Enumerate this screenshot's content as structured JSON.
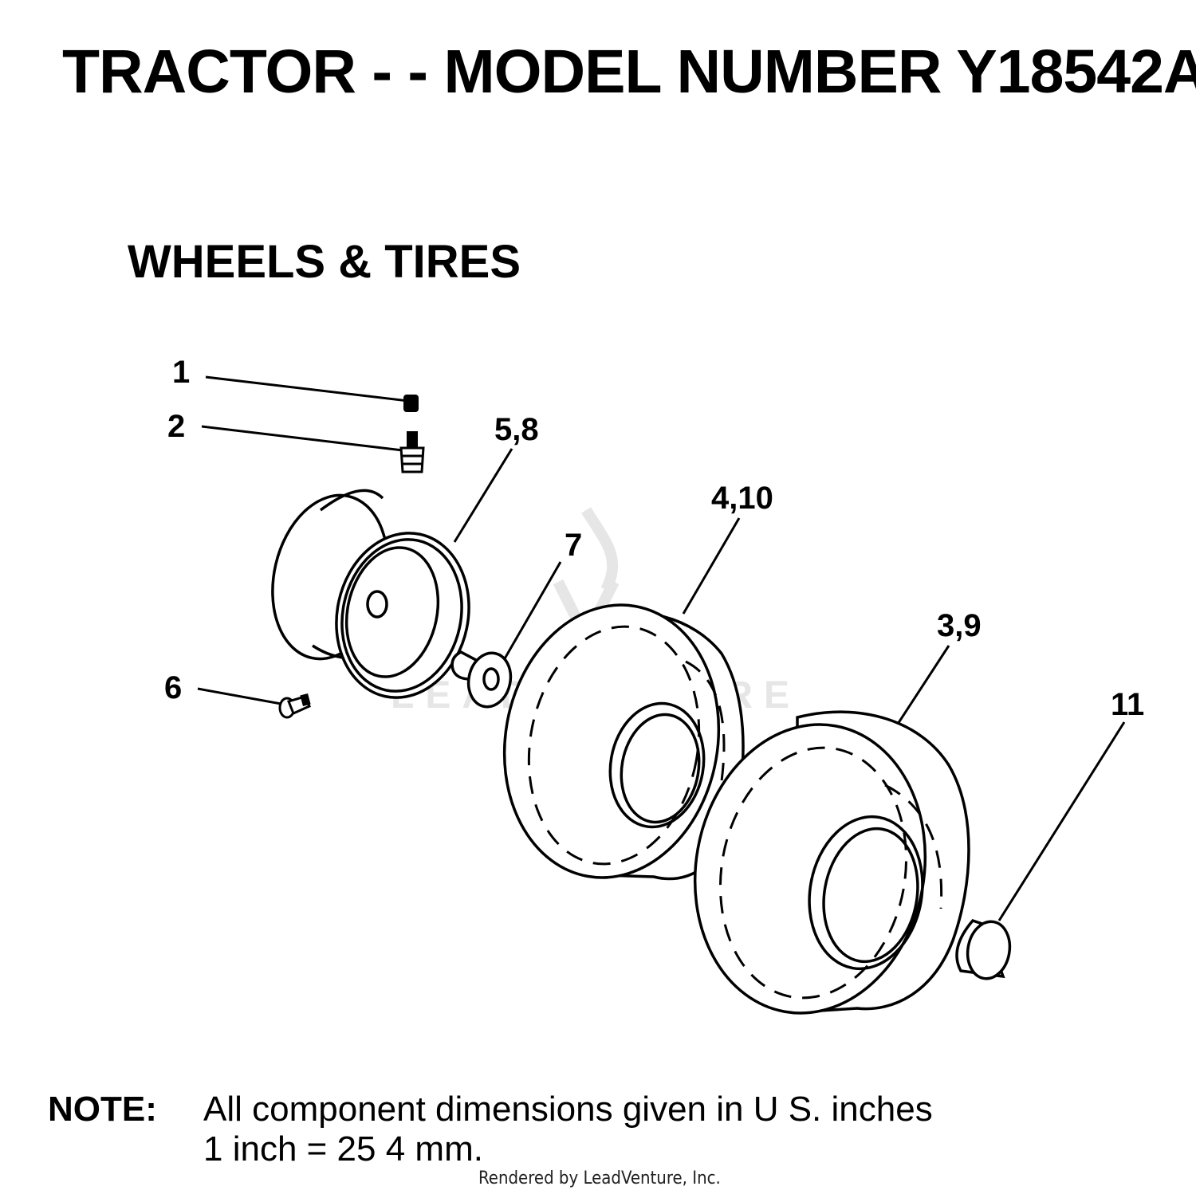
{
  "header": {
    "title": "TRACTOR - - MODEL NUMBER Y18542A",
    "section": "WHEELS & TIRES"
  },
  "callouts": [
    "1",
    "2",
    "5,8",
    "4,10",
    "7",
    "3,9",
    "6",
    "11"
  ],
  "watermark": "LEADVENTURE",
  "note": {
    "label": "NOTE:",
    "line1": "All component dimensions given in U S. inches",
    "line2": "1 inch = 25 4 mm."
  },
  "footer": "Rendered by LeadVenture, Inc."
}
